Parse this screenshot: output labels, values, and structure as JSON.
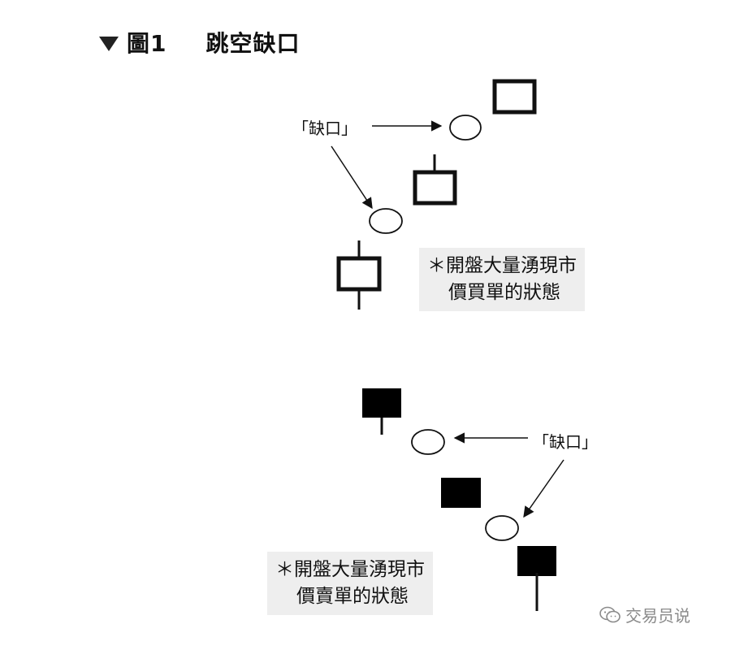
{
  "title": {
    "marker": "▼",
    "label": "圖1",
    "text": "跳空缺口"
  },
  "upper": {
    "gap_label": "「缺口」",
    "note_line1": "＊開盤大量湧現市",
    "note_line2": "價買單的狀態"
  },
  "lower": {
    "gap_label": "「缺口」",
    "note_line1": "＊開盤大量湧現市",
    "note_line2": "價賣單的狀態"
  },
  "watermark": {
    "text": "交易员说",
    "icon": "wechat-icon"
  },
  "colors": {
    "ink": "#111111",
    "note_bg": "#eeeeee",
    "watermark": "#8a8a8a"
  }
}
